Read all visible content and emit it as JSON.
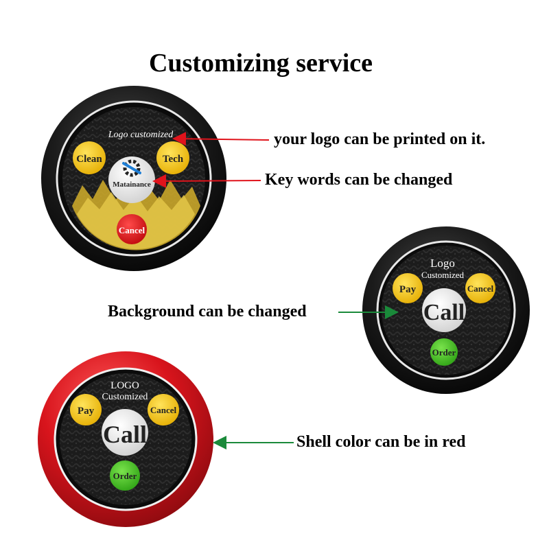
{
  "title": "Customizing service",
  "device1": {
    "logo_text": "Logo customized",
    "btn_left": "Clean",
    "btn_right": "Tech",
    "btn_center": "Matainance",
    "btn_bottom": "Cancel",
    "caption_logo": "your logo can be printed on it.",
    "caption_keywords": "Key words can be changed"
  },
  "device2": {
    "logo_line1": "Logo",
    "logo_line2": "Customized",
    "btn_left": "Pay",
    "btn_right": "Cancel",
    "btn_center": "Call",
    "btn_bottom": "Order",
    "caption": "Background can be changed"
  },
  "device3": {
    "logo_line1": "LOGO",
    "logo_line2": "Customized",
    "btn_left": "Pay",
    "btn_right": "Cancel",
    "btn_center": "Call",
    "btn_bottom": "Order",
    "caption": "Shell color can be in red"
  },
  "colors": {
    "shell_black": "#1a1a1a",
    "shell_red": "#d8141c",
    "button_yellow": "#f2c51c",
    "button_red": "#e21b1b",
    "button_green": "#43c21f",
    "button_white": "#ececec",
    "arrow_red": "#e0141c",
    "arrow_green": "#1a8a3a"
  }
}
